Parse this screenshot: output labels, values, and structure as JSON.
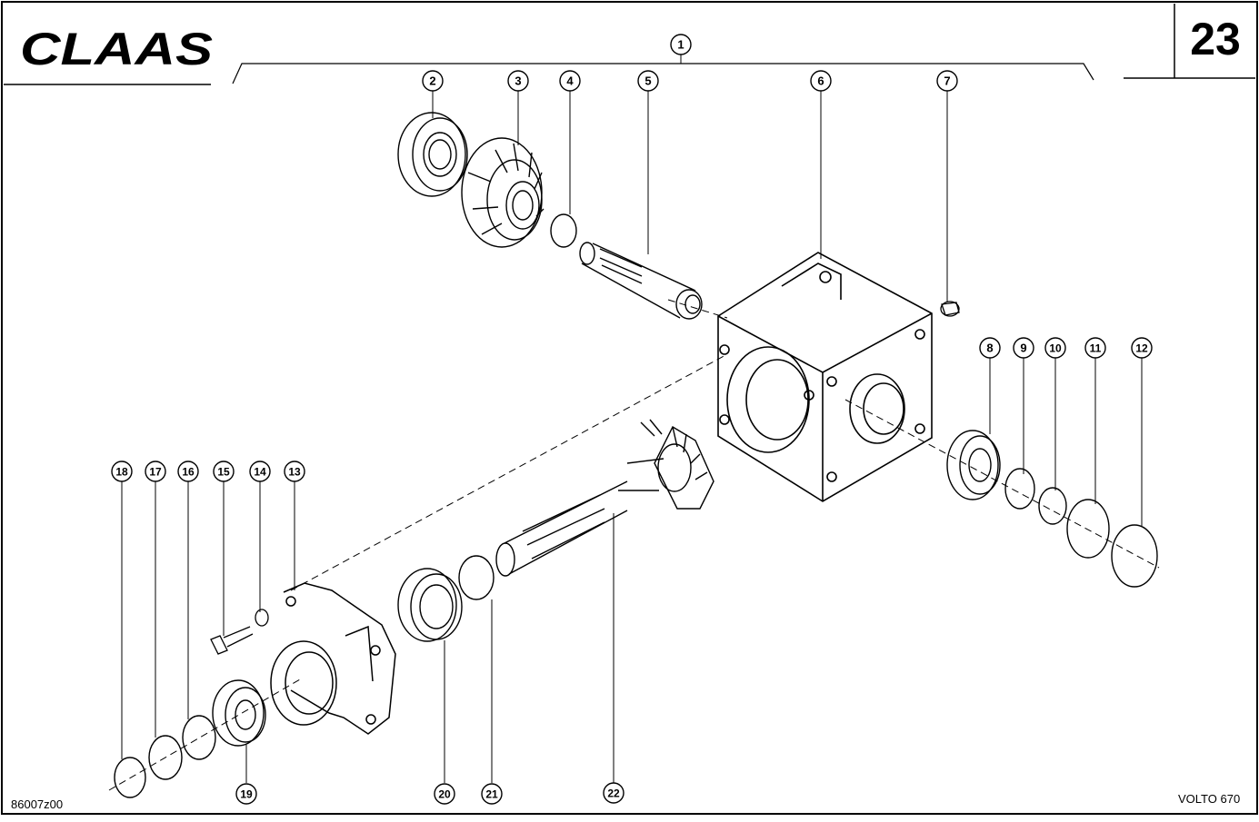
{
  "header": {
    "brand_logo_text": "CLAAS",
    "page_number": "23"
  },
  "footer": {
    "drawing_reference": "86007z00",
    "model_name": "VOLTO 670"
  },
  "callouts": [
    "1",
    "2",
    "3",
    "4",
    "5",
    "6",
    "7",
    "8",
    "9",
    "10",
    "11",
    "12",
    "13",
    "14",
    "15",
    "16",
    "17",
    "18",
    "19",
    "20",
    "21",
    "22"
  ]
}
